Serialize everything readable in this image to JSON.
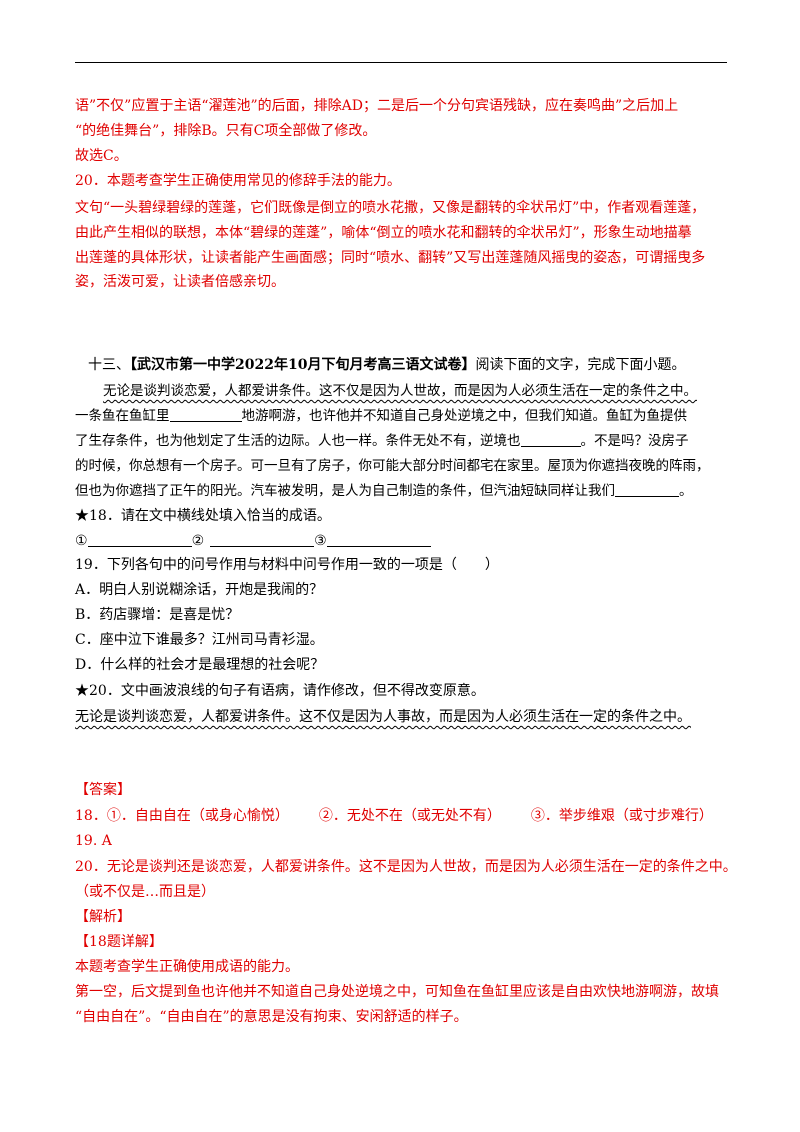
{
  "prev": {
    "l1": "语”不仅”应置于主语“濯莲池”的后面，排除AD；二是后一个分句宾语残缺，应在奏鸣曲”之后加上",
    "l2": "“的绝佳舞台”，排除B。只有C项全部做了修改。",
    "l3": "故选C。",
    "l4": "20．本题考查学生正确使用常见的修辞手法的能力。",
    "l5": "文句“一头碧绿碧绿的莲蓬，它们既像是倒立的喷水花撒，又像是翻转的伞状吊灯”中，作者观看莲蓬，",
    "l6": "由此产生相似的联想，本体“碧绿的莲蓬”，喻体“倒立的喷水花和翻转的伞状吊灯”，形象生动地描摹",
    "l7": "出莲蓬的具体形状，让读者能产生画面感；同时“喷水、翻转”又写出莲蓬随风摇曳的姿态，可谓摇曳多",
    "l8": "姿，活泼可爱，让读者倍感亲切。"
  },
  "section": {
    "number": "十三、",
    "source": "【武汉市第一中学2022年10月下旬月考高三语文试卷】",
    "instruction": "阅读下面的文字，完成下面小题。"
  },
  "passage": {
    "l1": "无论是谈判谈恋爱，人都爱讲条件。这不仅是因为人世故，而是因为人必须生活在一定的条件之中。",
    "l2a": "一条鱼在鱼缸里",
    "l2b": "地游啊游，也许他并不知道自己身处逆境之中，但我们知道。鱼缸为鱼提供",
    "l3a": "了生存条件，也为他划定了生活的边际。人也一样。条件无处不有，逆境也",
    "l3b": "。不是吗？没房子",
    "l4": "的时候，你总想有一个房子。可一旦有了房子，你可能大部分时间都宅在家里。屋顶为你遮挡夜晚的阵雨，",
    "l5a": "但也为你遮挡了正午的阳光。汽车被发明，是人为自己制造的条件，但汽油短缺同样让我们",
    "l5b": "。"
  },
  "questions": {
    "q18": "★18．请在文中横线处填入恰当的成语。",
    "m1": "①",
    "m2": "②",
    "m3": "③",
    "q19": "19．下列各句中的问号作用与材料中问号作用一致的一项是（　　）",
    "optA": "A．明白人别说糊涂话，开炮是我闹的？",
    "optB": "B．药店骤增：是喜是忧？",
    "optC": "C．座中泣下谁最多？江州司马青衫湿。",
    "optD": "D．什么样的社会才是最理想的社会呢？",
    "q20": "★20．文中画波浪线的句子有语病，请作修改，但不得改变原意。",
    "q20text": "无论是谈判谈恋爱，人都爱讲条件。这不仅是因为人事故，而是因为人必须生活在一定的条件之中。"
  },
  "answer": {
    "heading": "【答案】",
    "a18_num": "18．",
    "a18_1": "①．自由自在（或身心愉悦）",
    "a18_2": "②．无处不在（或无处不有）",
    "a18_3": "③．举步维艰（或寸步难行）",
    "a19": "19. A",
    "a20_l1": "20．无论是谈判还是谈恋爱，人都爱讲条件。这不是因为人世故，而是因为人必须生活在一定的条件之中。",
    "a20_l2": "（或不仅是…而且是）",
    "analysis": "【解析】",
    "detail18": "【18题详解】",
    "d1": "本题考查学生正确使用成语的能力。",
    "d2": "第一空，后文提到鱼也许他并不知道自己身处逆境之中，可知鱼在鱼缸里应该是自由欢快地游啊游，故填",
    "d3": "“自由自在”。“自由自在”的意思是没有拘束、安闲舒适的样子。"
  }
}
